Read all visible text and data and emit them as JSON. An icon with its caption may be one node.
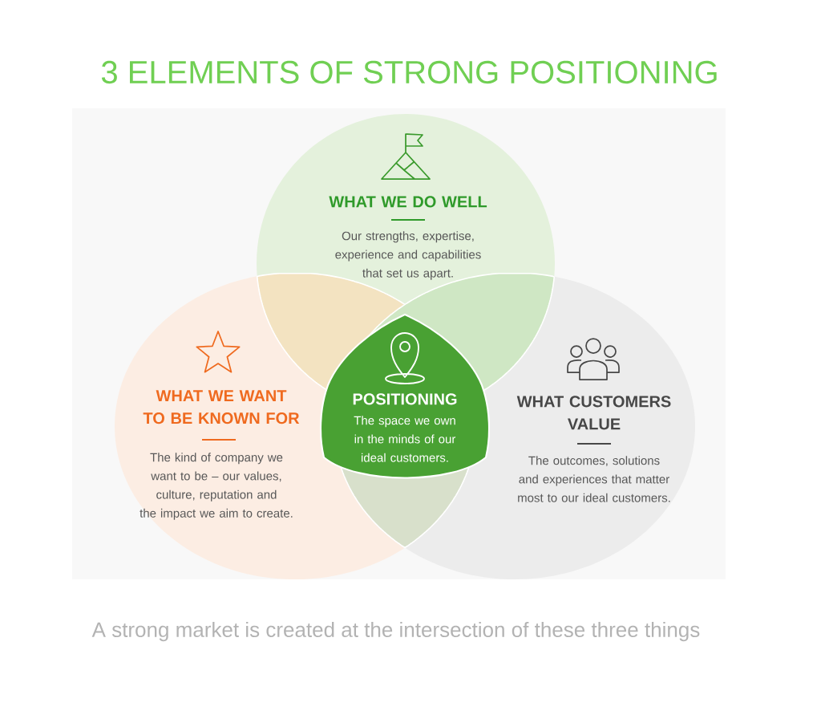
{
  "diagram": {
    "title": "3 ELEMENTS OF STRONG POSITIONING",
    "nodes": [
      {
        "text": [
          "WHAT WE DO WELL",
          "Our strengths, expertise, experience and capabilities that set us apart."
        ]
      },
      {
        "text": [
          "WHAT WE WANT TO BE KNOWN FOR",
          "The kind of company we want to be – our values, culture, reputation and the impact we aim to create."
        ]
      },
      {
        "text": [
          "POSITIONING",
          "The space we own in the minds of our ideal customers."
        ]
      },
      {
        "text": [
          "WHAT CUSTOMERS VALUE",
          "The outcomes, solutions and experiences that matter most to our ideal customers."
        ]
      }
    ],
    "caption": "A strong market is created at the intersection of these three things"
  }
}
